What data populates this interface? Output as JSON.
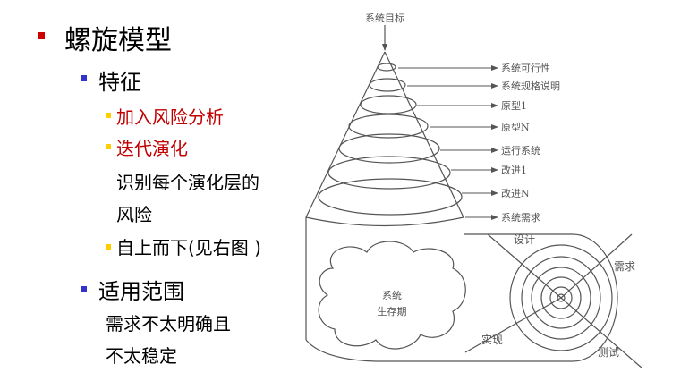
{
  "outline": {
    "title": "螺旋模型",
    "features": "特征",
    "feature_items": [
      "加入风险分析",
      "迭代演化"
    ],
    "risk_line1": "识别每个演化层的",
    "risk_line2": "风险",
    "topdown": "自上而下(见右图 )",
    "scope": "适用范围",
    "scope_line1": "需求不太明确且",
    "scope_line2": "不太稳定"
  },
  "diagram": {
    "apex_label": "系统目标",
    "stage_labels": [
      "系统可行性",
      "系统规格说明",
      "原型1",
      "原型N",
      "运行系统",
      "改进1",
      "改进N",
      "系统需求"
    ],
    "cloud_label_line1": "系统",
    "cloud_label_line2": "生存期",
    "wheel_labels": {
      "top": "设计",
      "right": "需求",
      "bottom_left": "实现",
      "bottom_right": "测试"
    }
  },
  "colors": {
    "level1_bullet": "#cc0000",
    "level2_bullet": "#3333cc",
    "level3_bullet": "#ffcc00",
    "highlight_text": "#c00000"
  }
}
